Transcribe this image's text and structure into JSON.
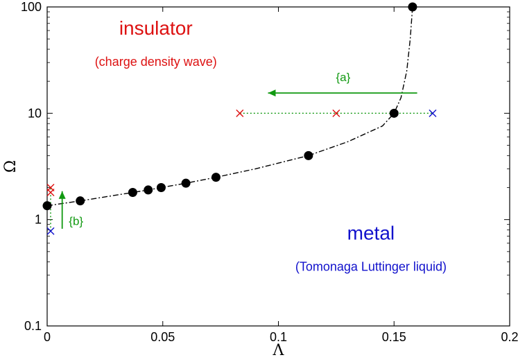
{
  "chart_data": {
    "type": "scatter",
    "xlabel": "Λ",
    "ylabel": "Ω",
    "xlim": [
      0,
      0.2
    ],
    "ylim": [
      0.1,
      100
    ],
    "yscale": "log",
    "grid": false,
    "x_ticks": [
      {
        "value": 0,
        "label": "0"
      },
      {
        "value": 0.05,
        "label": "0.05"
      },
      {
        "value": 0.1,
        "label": "0.1"
      },
      {
        "value": 0.15,
        "label": "0.15"
      },
      {
        "value": 0.2,
        "label": "0.2"
      }
    ],
    "y_ticks": [
      {
        "value": 0.1,
        "label": "0.1"
      },
      {
        "value": 1,
        "label": "1"
      },
      {
        "value": 10,
        "label": "10"
      },
      {
        "value": 100,
        "label": "100"
      }
    ],
    "series": [
      {
        "kind": "points",
        "marker": "filled-circle",
        "color": "#000000",
        "x": [
          0.0,
          0.0143,
          0.037,
          0.0437,
          0.0493,
          0.06,
          0.073,
          0.113,
          0.15,
          0.158
        ],
        "y": [
          1.35,
          1.5,
          1.8,
          1.9,
          2.0,
          2.2,
          2.5,
          4.0,
          10.0,
          100.0
        ]
      },
      {
        "kind": "phase-boundary",
        "style": "dash-dot",
        "color": "#000000",
        "x": [
          0.0,
          0.0143,
          0.037,
          0.0437,
          0.0493,
          0.06,
          0.073,
          0.09,
          0.113,
          0.13,
          0.145,
          0.15,
          0.153,
          0.1555,
          0.157,
          0.158
        ],
        "y": [
          1.35,
          1.5,
          1.8,
          1.9,
          2.0,
          2.2,
          2.5,
          3.0,
          4.0,
          5.4,
          7.6,
          10.0,
          14.0,
          25.0,
          50.0,
          100.0
        ]
      },
      {
        "kind": "markers",
        "marker": "x",
        "color": "#dd1111",
        "x": [
          0.0833,
          0.125,
          0.0015,
          0.0015
        ],
        "y": [
          10,
          10,
          2.0,
          1.8
        ]
      },
      {
        "kind": "markers",
        "marker": "x",
        "color": "#1111cc",
        "x": [
          0.1667,
          0.0015
        ],
        "y": [
          10,
          0.78
        ]
      },
      {
        "kind": "path",
        "style": "dotted",
        "color": "#119911",
        "x": [
          0.0833,
          0.1667
        ],
        "y": [
          10,
          10
        ]
      },
      {
        "kind": "path",
        "style": "dotted",
        "color": "#119911",
        "x": [
          0.0015,
          0.0015
        ],
        "y": [
          0.78,
          2.0
        ]
      }
    ],
    "arrows": [
      {
        "name": "arrow-a",
        "color": "#119911",
        "from": [
          0.16,
          15.5
        ],
        "to": [
          0.0955,
          15.5
        ],
        "label": "{a}",
        "label_at": [
          0.128,
          22
        ]
      },
      {
        "name": "arrow-b",
        "color": "#119911",
        "from": [
          0.0065,
          0.82
        ],
        "to": [
          0.0065,
          1.85
        ],
        "label": "{b}",
        "label_at": [
          0.0125,
          0.97
        ]
      }
    ],
    "annotations": [
      {
        "name": "insulator-label",
        "text": "insulator",
        "at": [
          0.047,
          55
        ],
        "color": "#dd1111",
        "size": "large"
      },
      {
        "name": "charge-density-wave-label",
        "text": "(charge density wave)",
        "at": [
          0.047,
          28
        ],
        "color": "#dd1111",
        "size": "small"
      },
      {
        "name": "metal-label",
        "text": "metal",
        "at": [
          0.14,
          0.65
        ],
        "color": "#1111cc",
        "size": "large"
      },
      {
        "name": "tll-label",
        "text": "(Tomonaga Luttinger liquid)",
        "at": [
          0.14,
          0.33
        ],
        "color": "#1111cc",
        "size": "small"
      }
    ]
  }
}
